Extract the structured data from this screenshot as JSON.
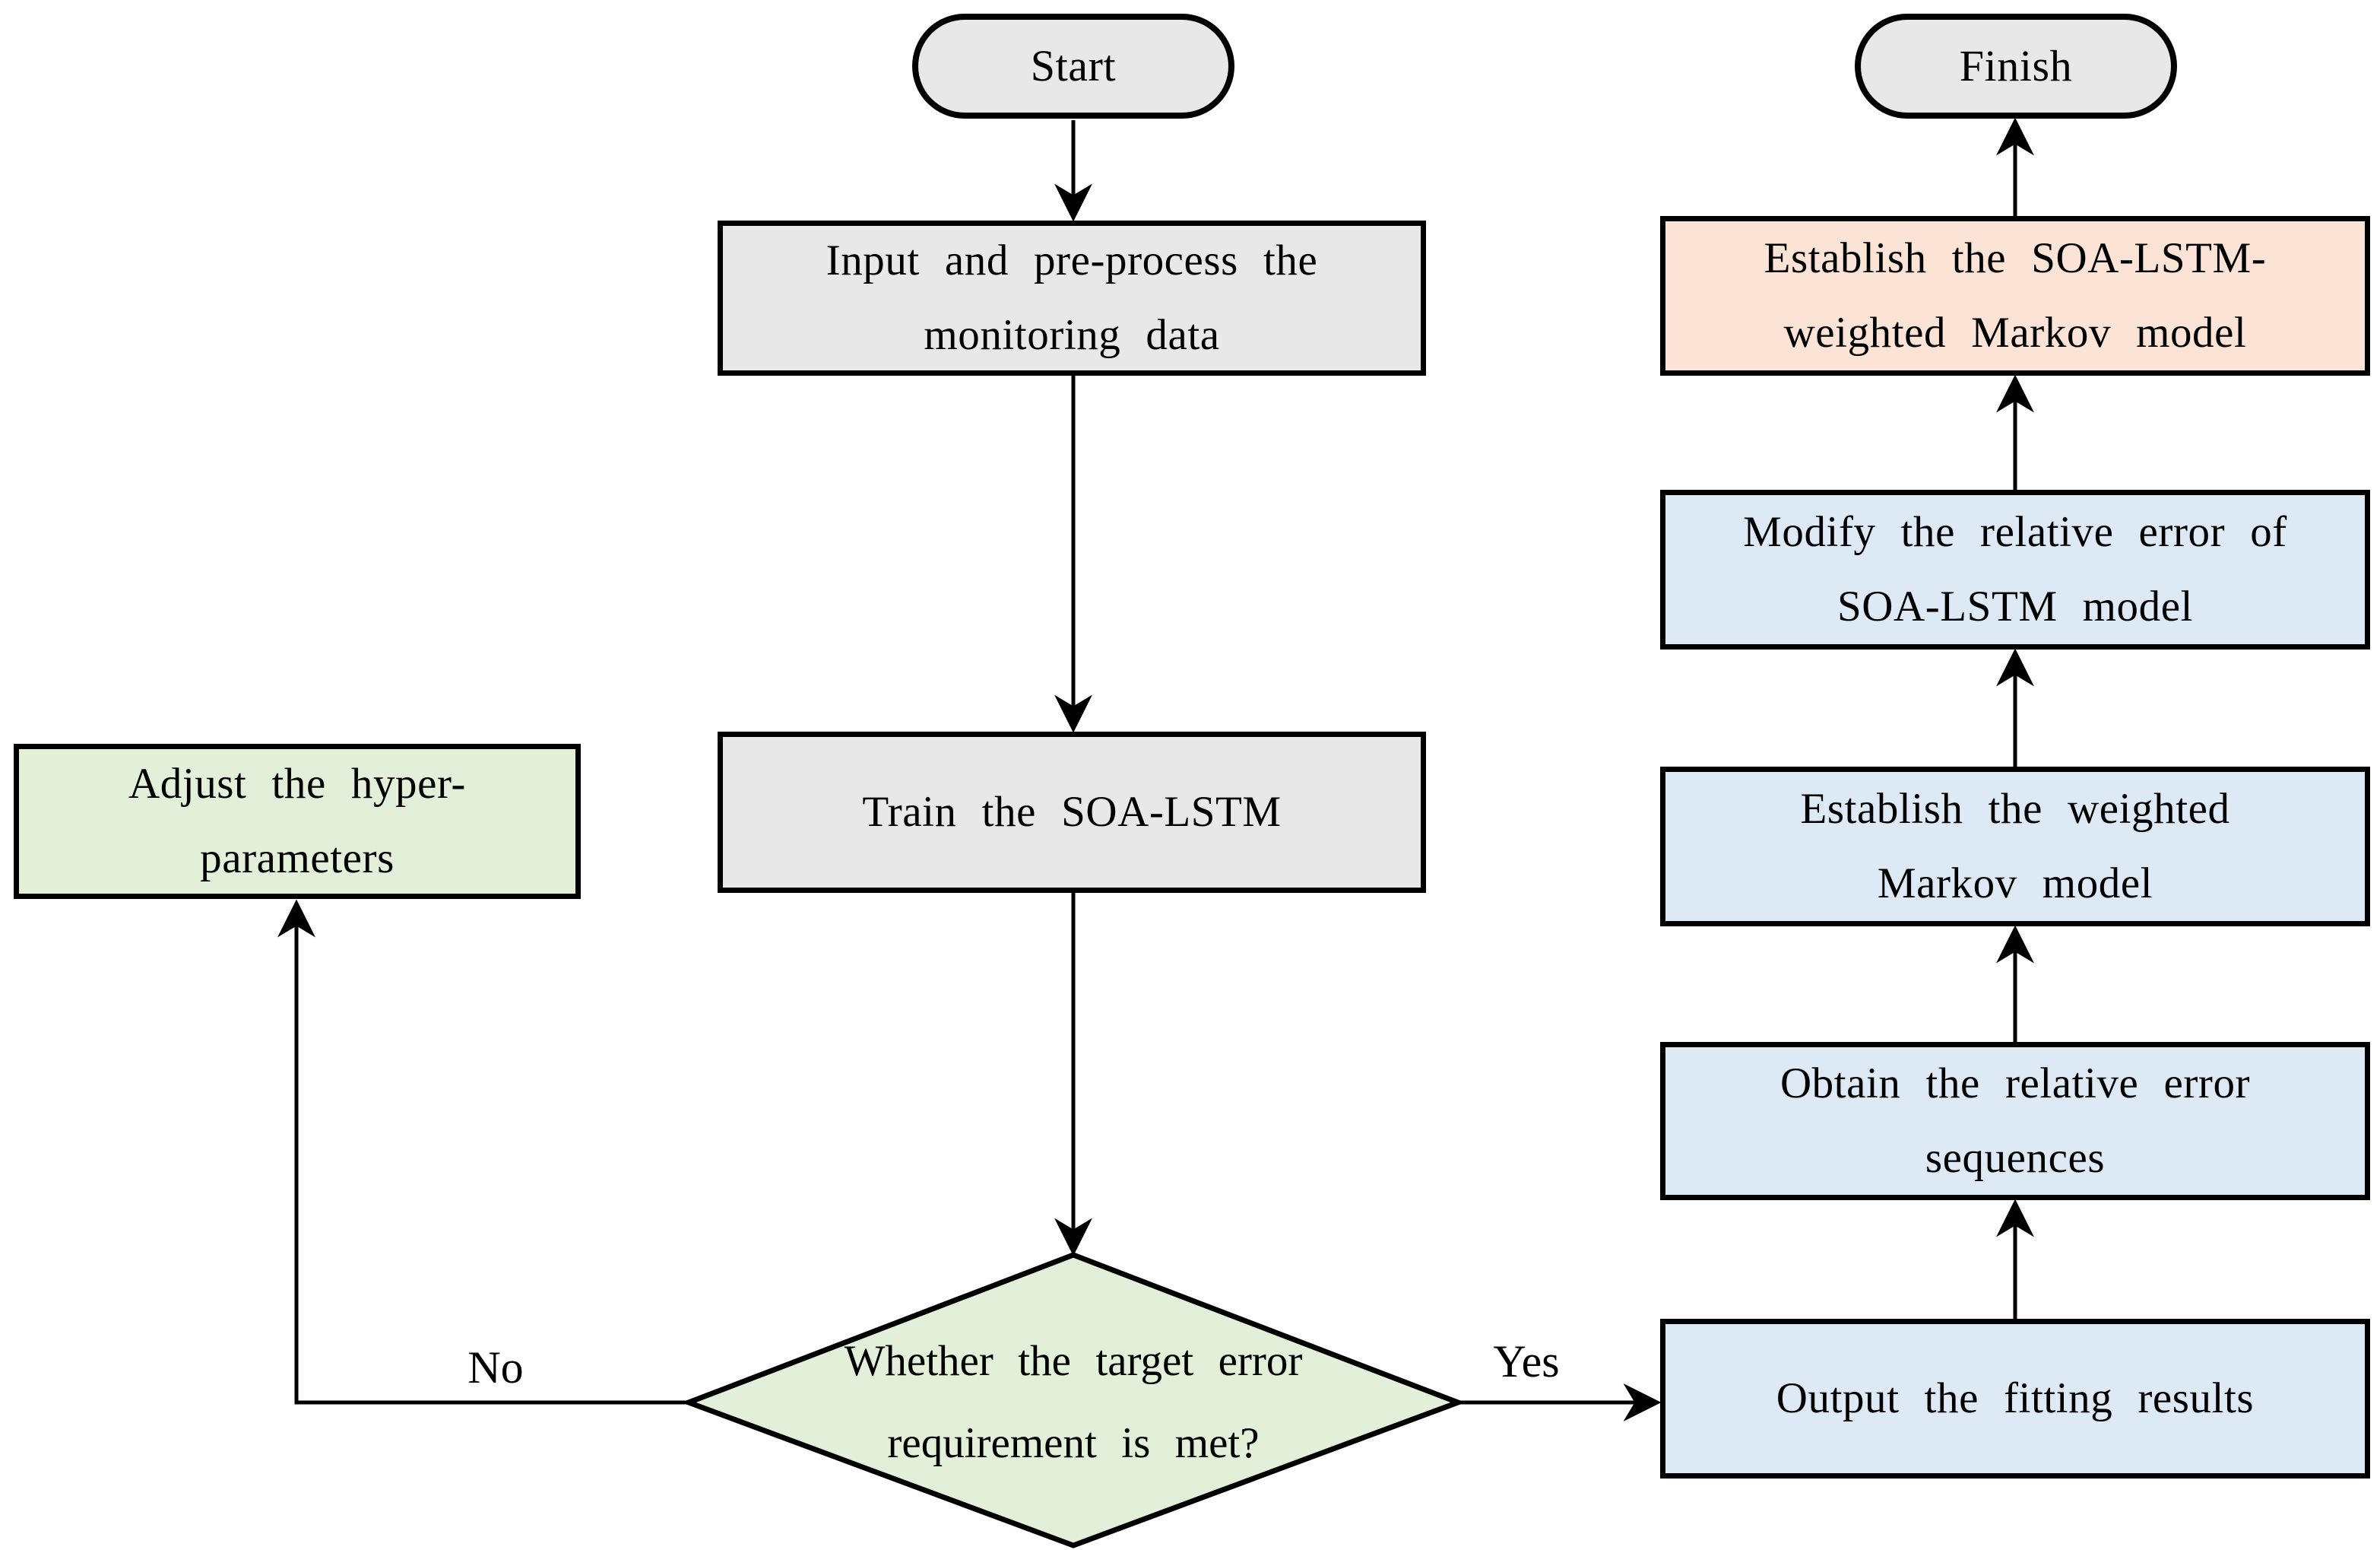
{
  "flowchart": {
    "colors": {
      "terminal_fill": "#e8e8e8",
      "process_fill": "#e8e8e8",
      "adjust_fill": "#e2efd9",
      "decision_fill": "#e2efd9",
      "result_fill": "#dde9f5",
      "final_fill": "#fbe4d5",
      "stroke": "#000000"
    },
    "nodes": {
      "start": {
        "label": "Start"
      },
      "input": {
        "lines": [
          "Input and pre-process the",
          "monitoring data"
        ]
      },
      "train": {
        "label": "Train the SOA-LSTM"
      },
      "decision": {
        "lines": [
          "Whether the target error",
          "requirement is met?"
        ]
      },
      "adjust": {
        "lines": [
          "Adjust the hyper-",
          "parameters"
        ]
      },
      "output": {
        "label": "Output the fitting results"
      },
      "obtain": {
        "lines": [
          "Obtain the relative error",
          "sequences"
        ]
      },
      "weighted_markov": {
        "lines": [
          "Establish the weighted",
          "Markov model"
        ]
      },
      "modify": {
        "lines": [
          "Modify the relative error of",
          "SOA-LSTM model"
        ]
      },
      "soa_markov": {
        "lines": [
          "Establish the SOA-LSTM-",
          "weighted Markov model"
        ]
      },
      "finish": {
        "label": "Finish"
      }
    },
    "edge_labels": {
      "no": "No",
      "yes": "Yes"
    },
    "edges": [
      {
        "from": "start",
        "to": "input"
      },
      {
        "from": "input",
        "to": "train"
      },
      {
        "from": "train",
        "to": "decision"
      },
      {
        "from": "decision",
        "to": "adjust",
        "label": "No"
      },
      {
        "from": "decision",
        "to": "output",
        "label": "Yes"
      },
      {
        "from": "output",
        "to": "obtain"
      },
      {
        "from": "obtain",
        "to": "weighted_markov"
      },
      {
        "from": "weighted_markov",
        "to": "modify"
      },
      {
        "from": "modify",
        "to": "soa_markov"
      },
      {
        "from": "soa_markov",
        "to": "finish"
      }
    ]
  }
}
